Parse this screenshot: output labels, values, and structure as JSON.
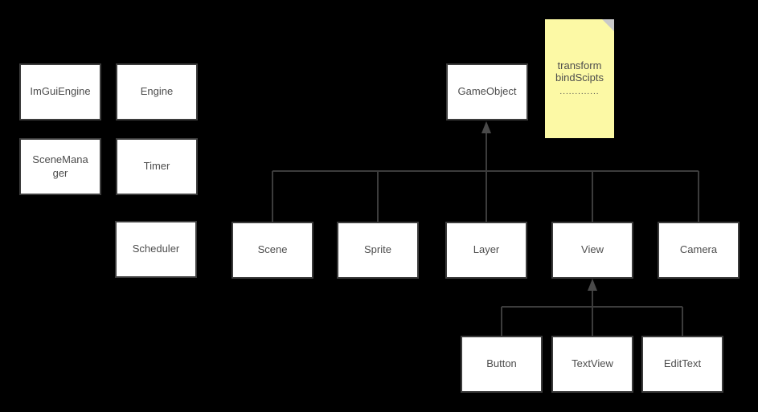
{
  "nodes": {
    "imGuiEngine": {
      "label": "ImGuiEngine"
    },
    "engine": {
      "label": "Engine"
    },
    "sceneManager": {
      "label": "SceneManager"
    },
    "timer": {
      "label": "Timer"
    },
    "scheduler": {
      "label": "Scheduler"
    },
    "gameObject": {
      "label": "GameObject"
    },
    "scene": {
      "label": "Scene"
    },
    "sprite": {
      "label": "Sprite"
    },
    "layer": {
      "label": "Layer"
    },
    "view": {
      "label": "View"
    },
    "camera": {
      "label": "Camera"
    },
    "button": {
      "label": "Button"
    },
    "textView": {
      "label": "TextView"
    },
    "editText": {
      "label": "EditText"
    }
  },
  "note": {
    "line1": "transform",
    "line2": "bindScipts",
    "line3": "............."
  },
  "edges": [
    {
      "from": "Scene",
      "to": "GameObject"
    },
    {
      "from": "Sprite",
      "to": "GameObject"
    },
    {
      "from": "Layer",
      "to": "GameObject"
    },
    {
      "from": "View",
      "to": "GameObject"
    },
    {
      "from": "Camera",
      "to": "GameObject"
    },
    {
      "from": "Button",
      "to": "View"
    },
    {
      "from": "TextView",
      "to": "View"
    },
    {
      "from": "EditText",
      "to": "View"
    }
  ],
  "colors": {
    "background": "#000000",
    "node_fill": "#ffffff",
    "node_border": "#3c3c3c",
    "node_text": "#4d4d4d",
    "connector": "#3c3c3c",
    "arrowhead": "#4a4a4a",
    "note_fill": "#fcf9a5",
    "note_fold": "#c9c9c9",
    "note_text": "#4d4d4d"
  }
}
